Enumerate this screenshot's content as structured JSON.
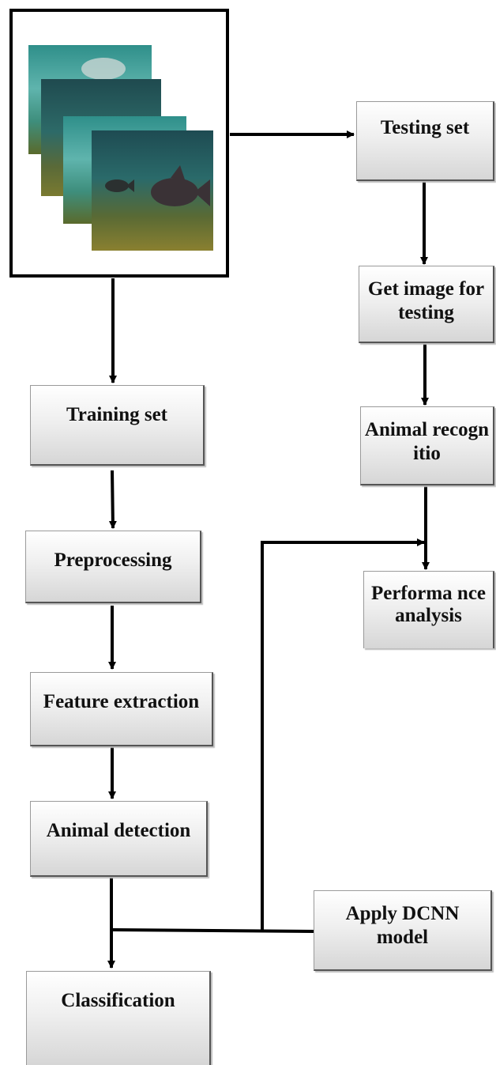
{
  "dataset_images": [
    "manatee-photo",
    "fish-photo",
    "manatee-photo",
    "fish-photo"
  ],
  "left_chain": {
    "training_set": "Training set",
    "preprocessing": "Preprocessing",
    "feature_extraction": "Feature extraction",
    "animal_detection": "Animal detection",
    "classification": "Classification"
  },
  "right_chain": {
    "testing_set": "Testing set",
    "get_image": "Get image for testing",
    "animal_recognition": "Animal recognitio",
    "performance": "Performa nce analysis"
  },
  "model": {
    "apply_dcnn": "Apply DCNN model"
  },
  "colors": {
    "line": "#000000",
    "box_border": "#555555",
    "box_fill_top": "#ffffff",
    "box_fill_bottom": "#d6d6d6"
  }
}
